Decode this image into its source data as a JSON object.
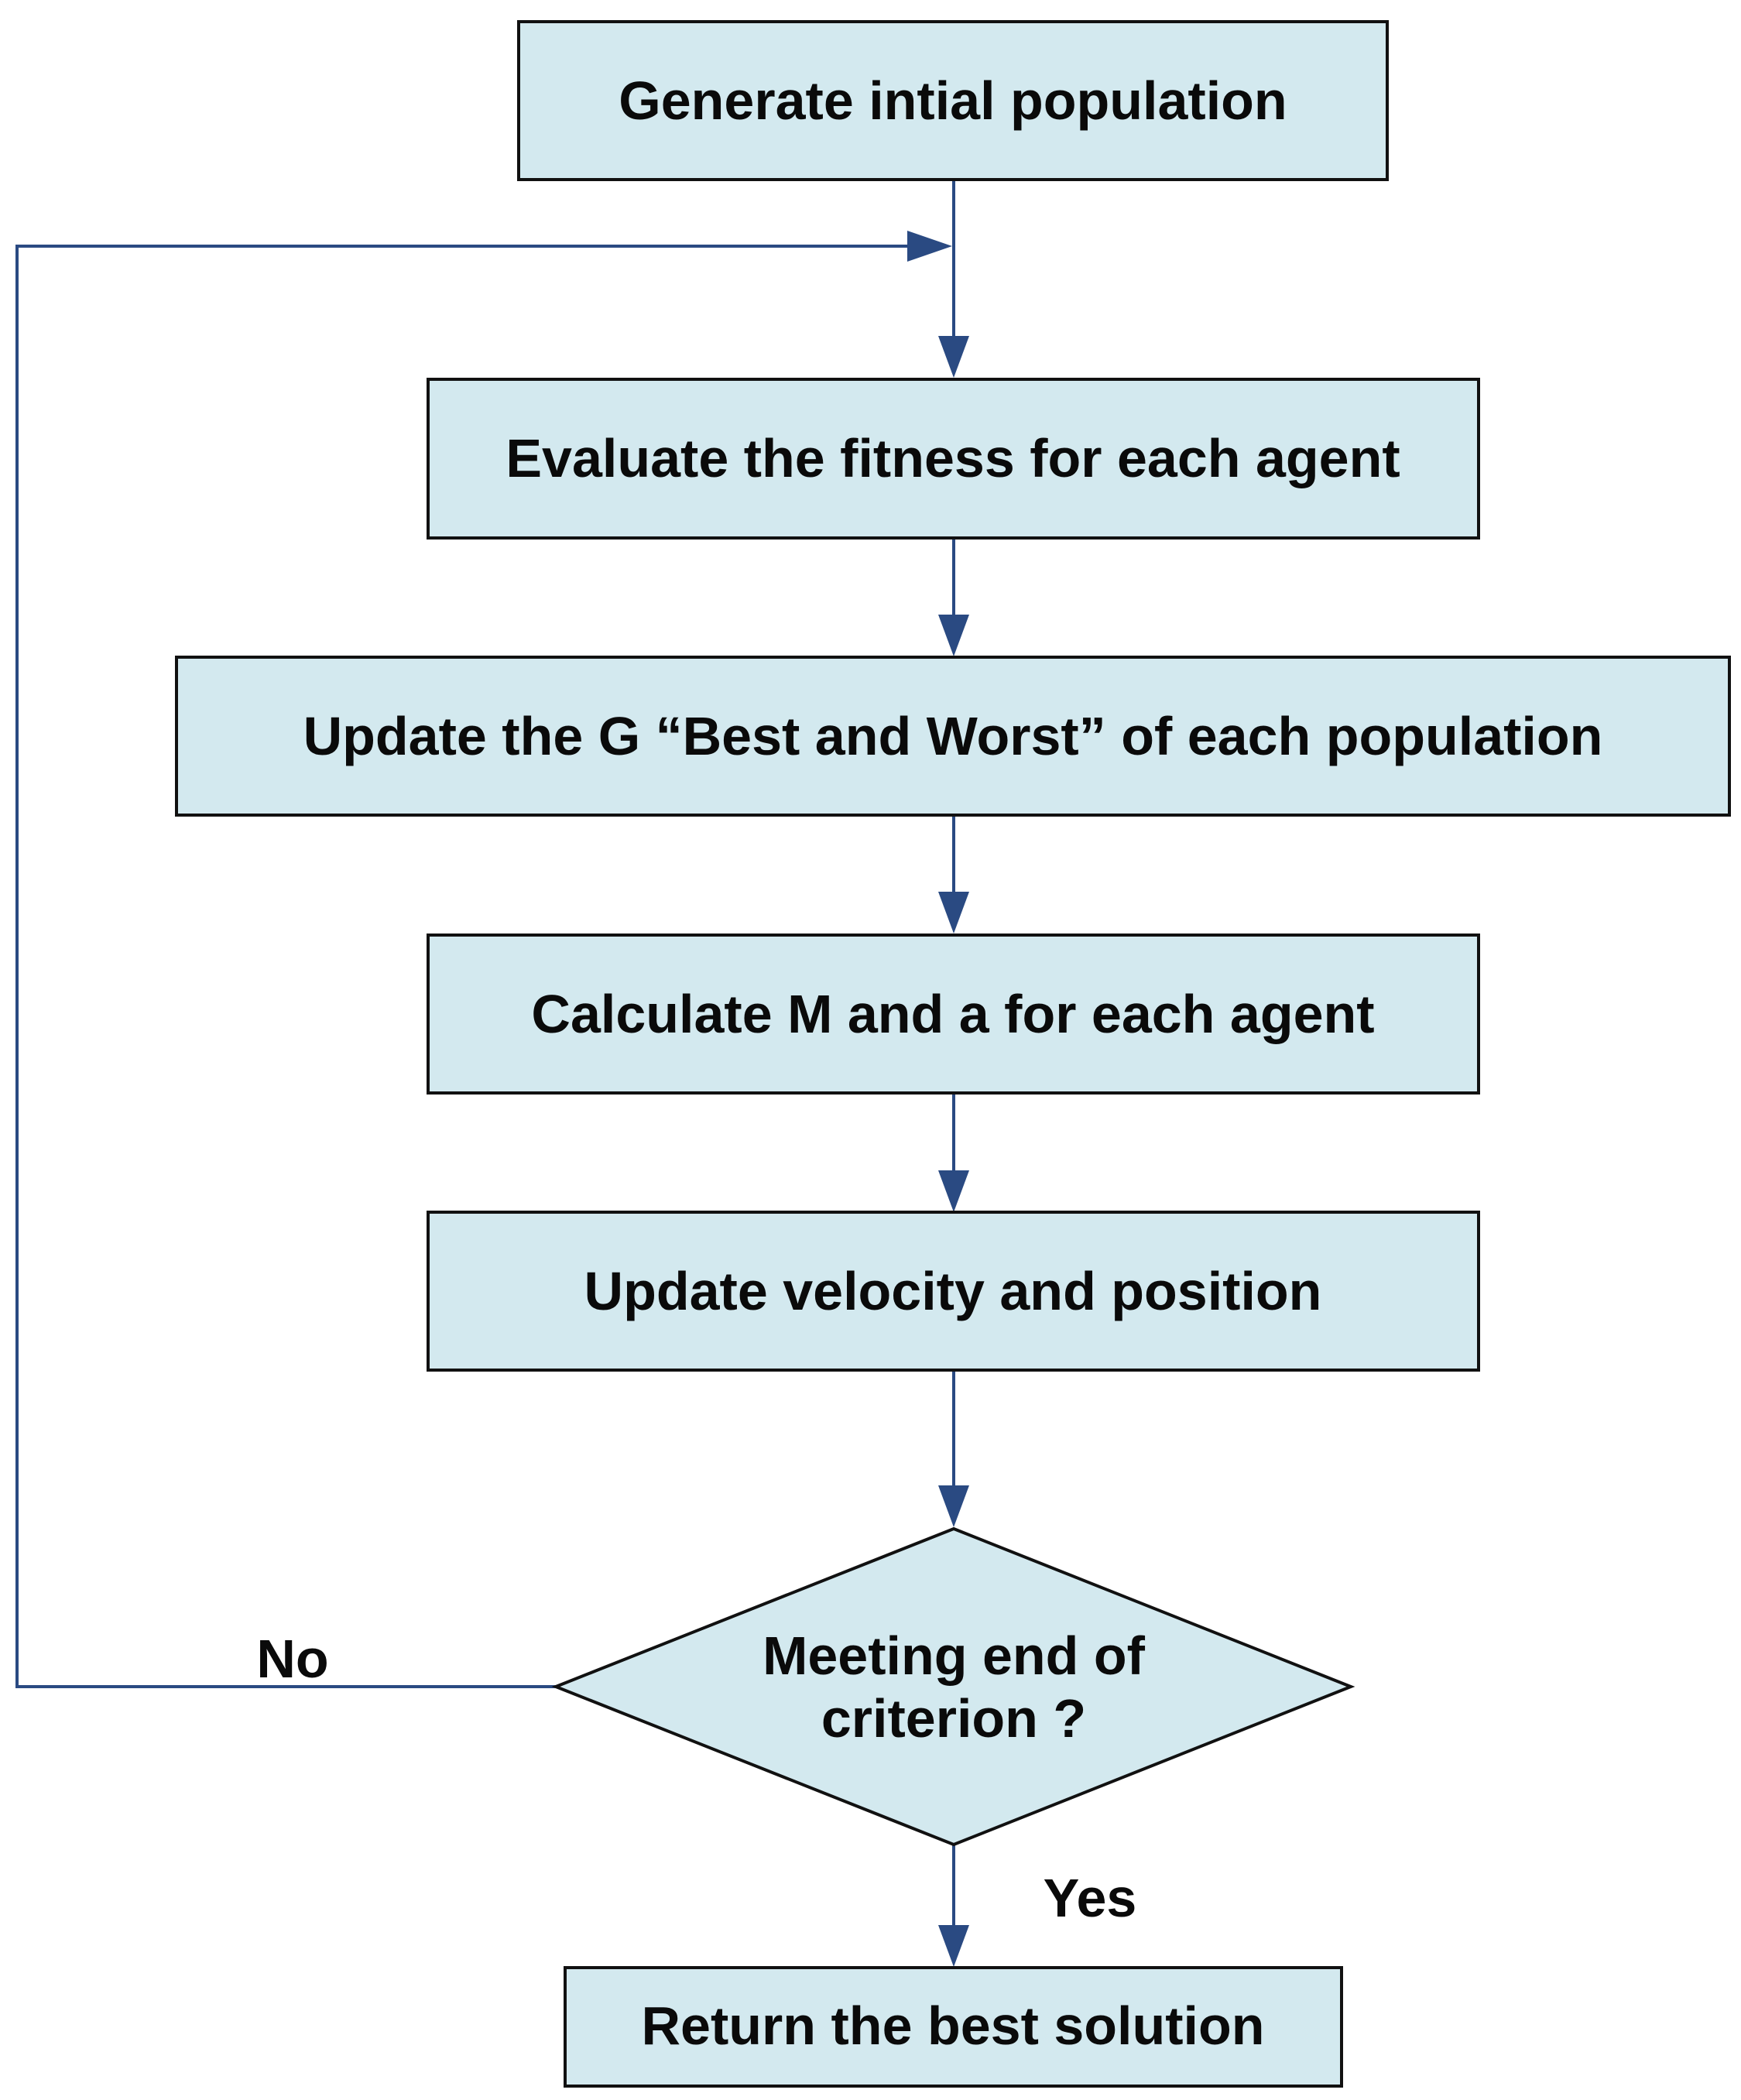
{
  "colors": {
    "box_fill": "#d3e9ef",
    "box_stroke": "#111111",
    "edge": "#2a4a82",
    "text": "#0a0a0a"
  },
  "nodes": {
    "generate": "Generate intial population",
    "evaluate": "Evaluate the fitness for each agent",
    "update_best_worst": "Update the G “Best and Worst” of each population",
    "calculate": "Calculate M and a for each agent",
    "update_velocity": "Update velocity and position",
    "decision_line1": "Meeting end of",
    "decision_line2": "criterion ?",
    "return": "Return the best solution"
  },
  "edges": {
    "no_label": "No",
    "yes_label": "Yes"
  }
}
